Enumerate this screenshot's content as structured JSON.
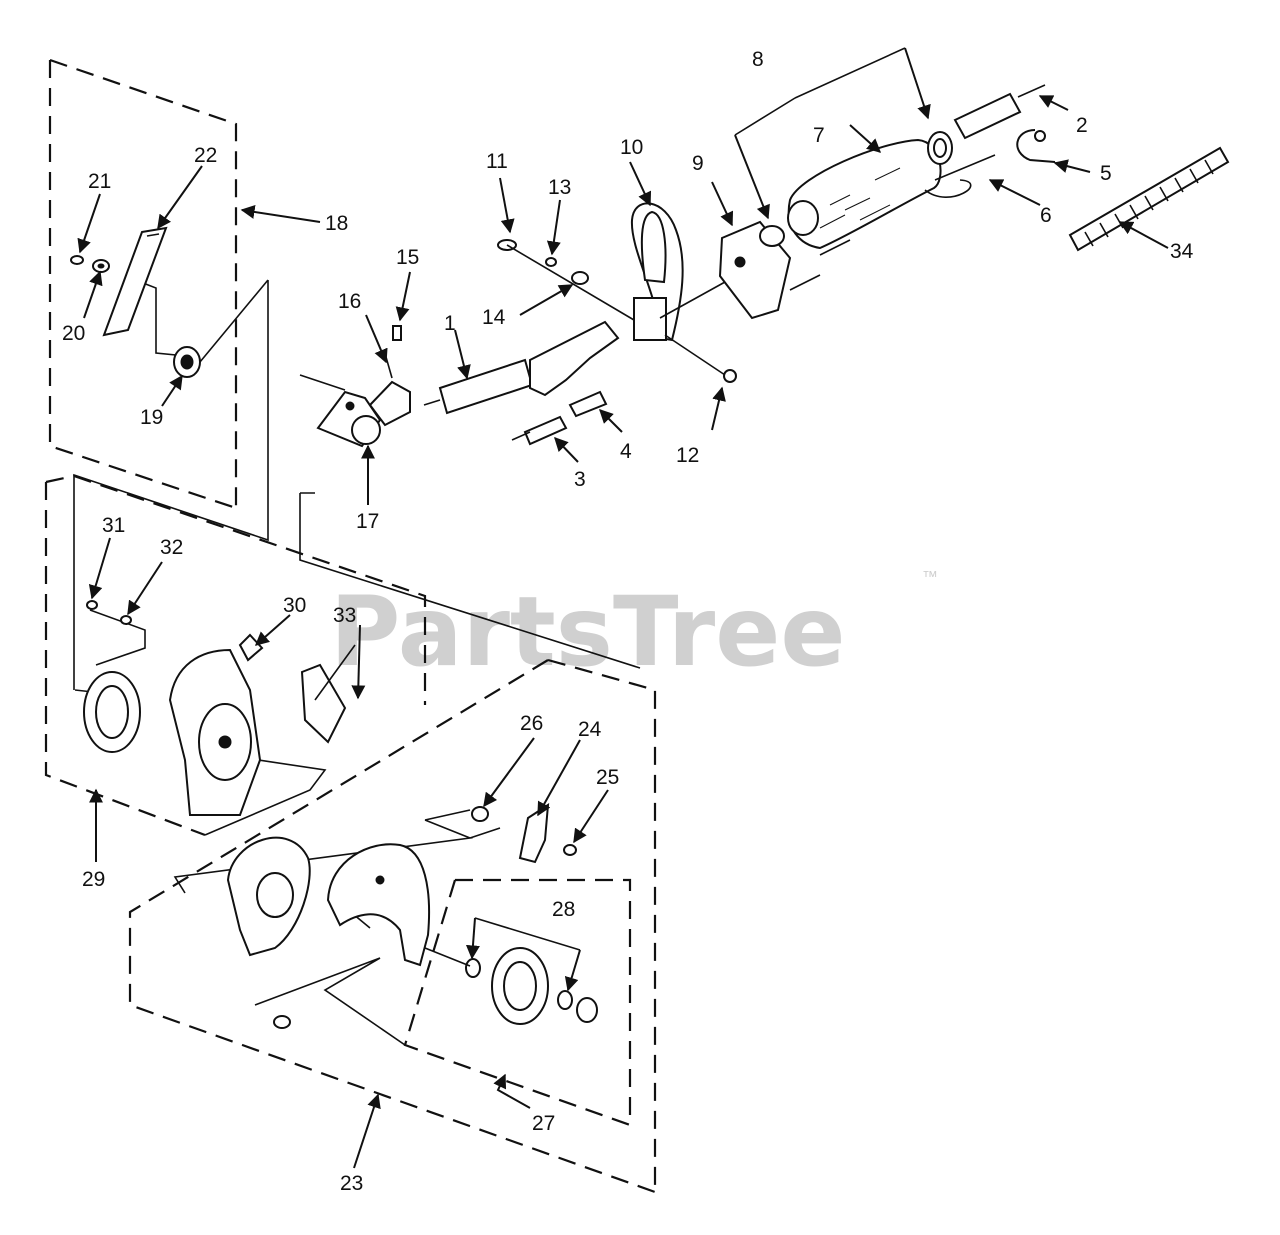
{
  "watermark": {
    "text": "PartsTree",
    "trademark": "™"
  },
  "callouts": [
    {
      "id": "c1",
      "text": "1"
    },
    {
      "id": "c2",
      "text": "2"
    },
    {
      "id": "c3",
      "text": "3"
    },
    {
      "id": "c4",
      "text": "4"
    },
    {
      "id": "c5",
      "text": "5"
    },
    {
      "id": "c6",
      "text": "6"
    },
    {
      "id": "c7",
      "text": "7"
    },
    {
      "id": "c8",
      "text": "8"
    },
    {
      "id": "c9",
      "text": "9"
    },
    {
      "id": "c10",
      "text": "10"
    },
    {
      "id": "c11",
      "text": "11"
    },
    {
      "id": "c12",
      "text": "12"
    },
    {
      "id": "c13",
      "text": "13"
    },
    {
      "id": "c14",
      "text": "14"
    },
    {
      "id": "c15",
      "text": "15"
    },
    {
      "id": "c16",
      "text": "16"
    },
    {
      "id": "c17",
      "text": "17"
    },
    {
      "id": "c18",
      "text": "18"
    },
    {
      "id": "c19",
      "text": "19"
    },
    {
      "id": "c20",
      "text": "20"
    },
    {
      "id": "c21",
      "text": "21"
    },
    {
      "id": "c22",
      "text": "22"
    },
    {
      "id": "c23",
      "text": "23"
    },
    {
      "id": "c24",
      "text": "24"
    },
    {
      "id": "c25",
      "text": "25"
    },
    {
      "id": "c26",
      "text": "26"
    },
    {
      "id": "c27",
      "text": "27"
    },
    {
      "id": "c28",
      "text": "28"
    },
    {
      "id": "c29",
      "text": "29"
    },
    {
      "id": "c30",
      "text": "30"
    },
    {
      "id": "c31",
      "text": "31"
    },
    {
      "id": "c32",
      "text": "32"
    },
    {
      "id": "c33",
      "text": "33"
    },
    {
      "id": "c34",
      "text": "34"
    }
  ],
  "colors": {
    "line": "#111111",
    "watermark": "#d0d0d0",
    "background": "#ffffff"
  }
}
